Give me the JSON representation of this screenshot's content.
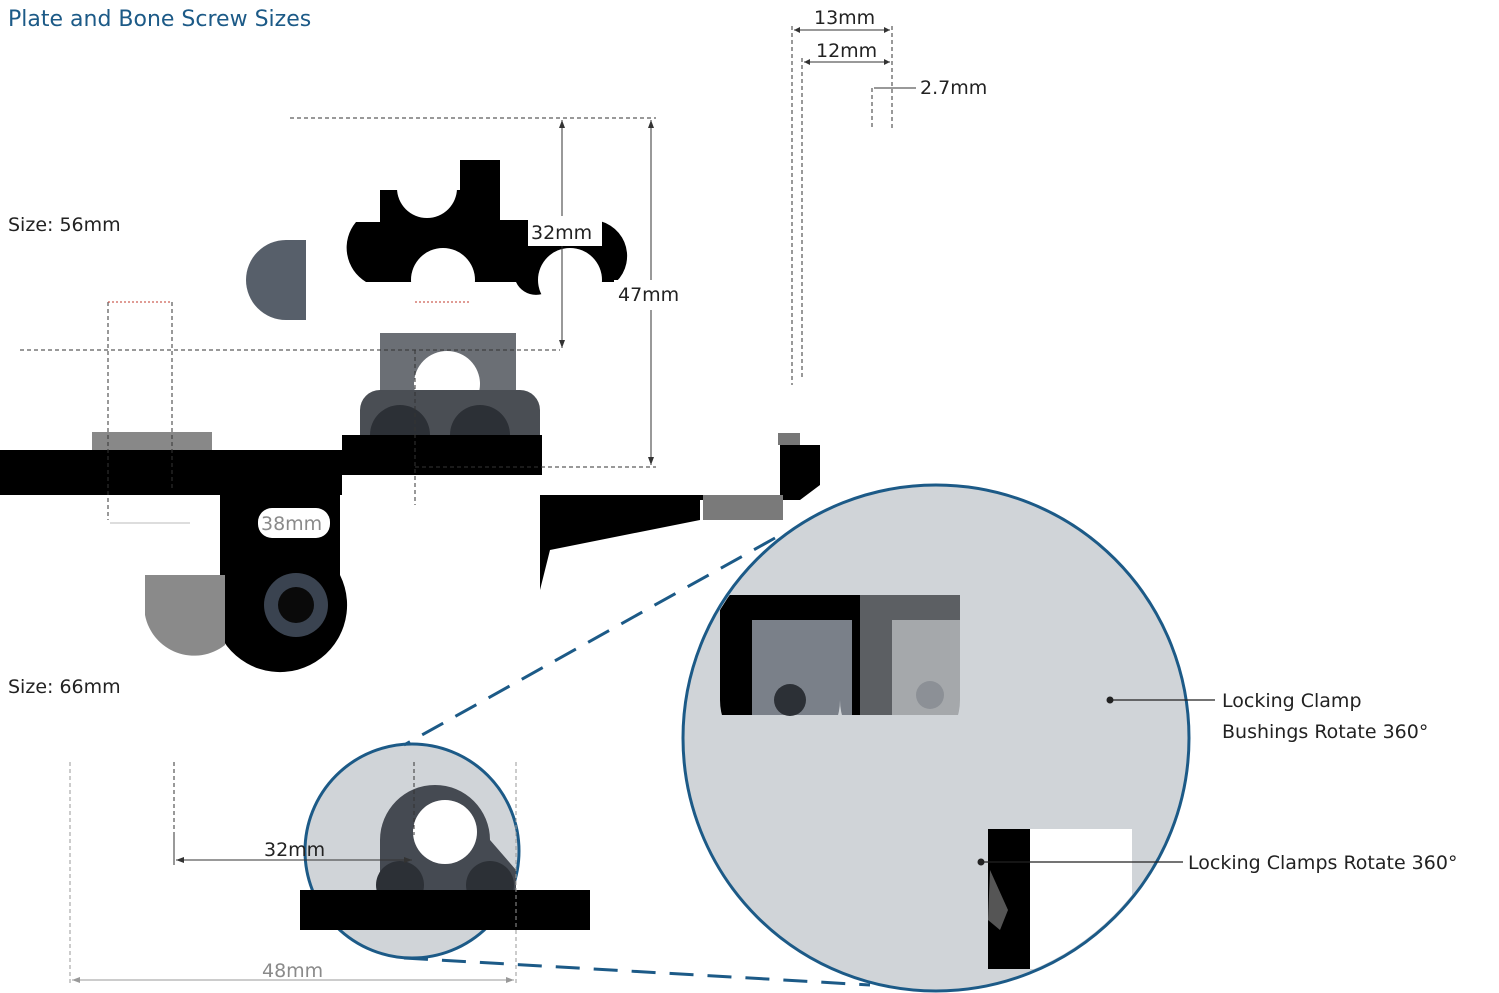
{
  "header": {
    "title": "Plate and Bone Screw Sizes"
  },
  "plates": [
    {
      "label": "Size: 56mm"
    },
    {
      "label": "Size: 66mm"
    }
  ],
  "dimensions": {
    "screw_outer": "13mm",
    "screw_inner": "12mm",
    "screw_thread": "2.7mm",
    "plate56_upper_height": "32mm",
    "plate56_total_height": "47mm",
    "plate56_width": "38mm",
    "plate66_inner_width": "32mm",
    "plate66_total_width": "48mm"
  },
  "callouts": {
    "bushings_line1": "Locking Clamp",
    "bushings_line2": "Bushings Rotate 360°",
    "clamps": "Locking Clamps Rotate 360°"
  },
  "colors": {
    "title": "#1c5a87",
    "circle_stroke": "#1c5a87",
    "circle_fill": "#d0d4d8",
    "plate_black": "#000000",
    "metal_dark": "#3a4350"
  }
}
